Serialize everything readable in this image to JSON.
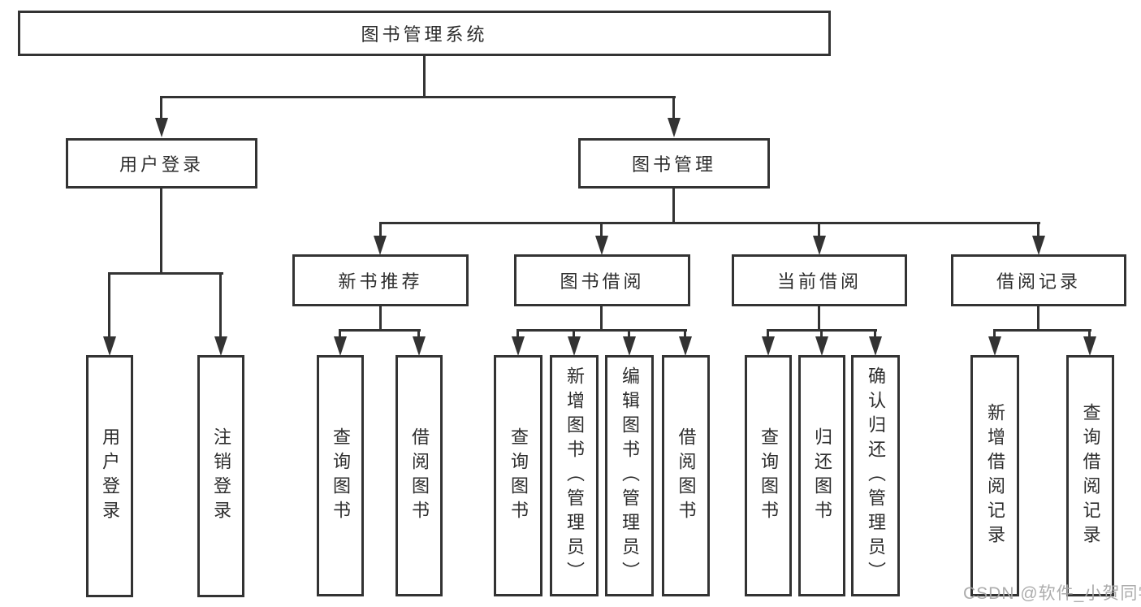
{
  "diagram": {
    "colors": {
      "background": "#ffffff",
      "line": "#333333",
      "text": "#2d2d2d",
      "watermark": "#a8a8a8"
    },
    "nodes": {
      "root": "图书管理系统",
      "user_login": "用户登录",
      "book_mgmt": "图书管理",
      "new_book_rec": "新书推荐",
      "book_borrow": "图书借阅",
      "current_borrow": "当前借阅",
      "borrow_record": "借阅记录",
      "ul_user_login": "用户登录",
      "ul_logout": "注销登录",
      "nb_query_book": "查询图书",
      "nb_borrow_book": "借阅图书",
      "bb_query_book": "查询图书",
      "bb_add_book": "新增图书（管理员）",
      "bb_edit_book": "编辑图书（管理员）",
      "bb_borrow_book": "借阅图书",
      "cb_query_book": "查询图书",
      "cb_return_book": "归还图书",
      "cb_confirm_return": "确认归还（管理员）",
      "br_add_record": "新增借阅记录",
      "br_query_record": "查询借阅记录"
    },
    "hierarchy": {
      "图书管理系统": {
        "用户登录": [
          "用户登录",
          "注销登录"
        ],
        "图书管理": {
          "新书推荐": [
            "查询图书",
            "借阅图书"
          ],
          "图书借阅": [
            "查询图书",
            "新增图书（管理员）",
            "编辑图书（管理员）",
            "借阅图书"
          ],
          "当前借阅": [
            "查询图书",
            "归还图书",
            "确认归还（管理员）"
          ],
          "借阅记录": [
            "新增借阅记录",
            "查询借阅记录"
          ]
        }
      }
    },
    "watermark": "CSDN @软件_小贺同学"
  }
}
